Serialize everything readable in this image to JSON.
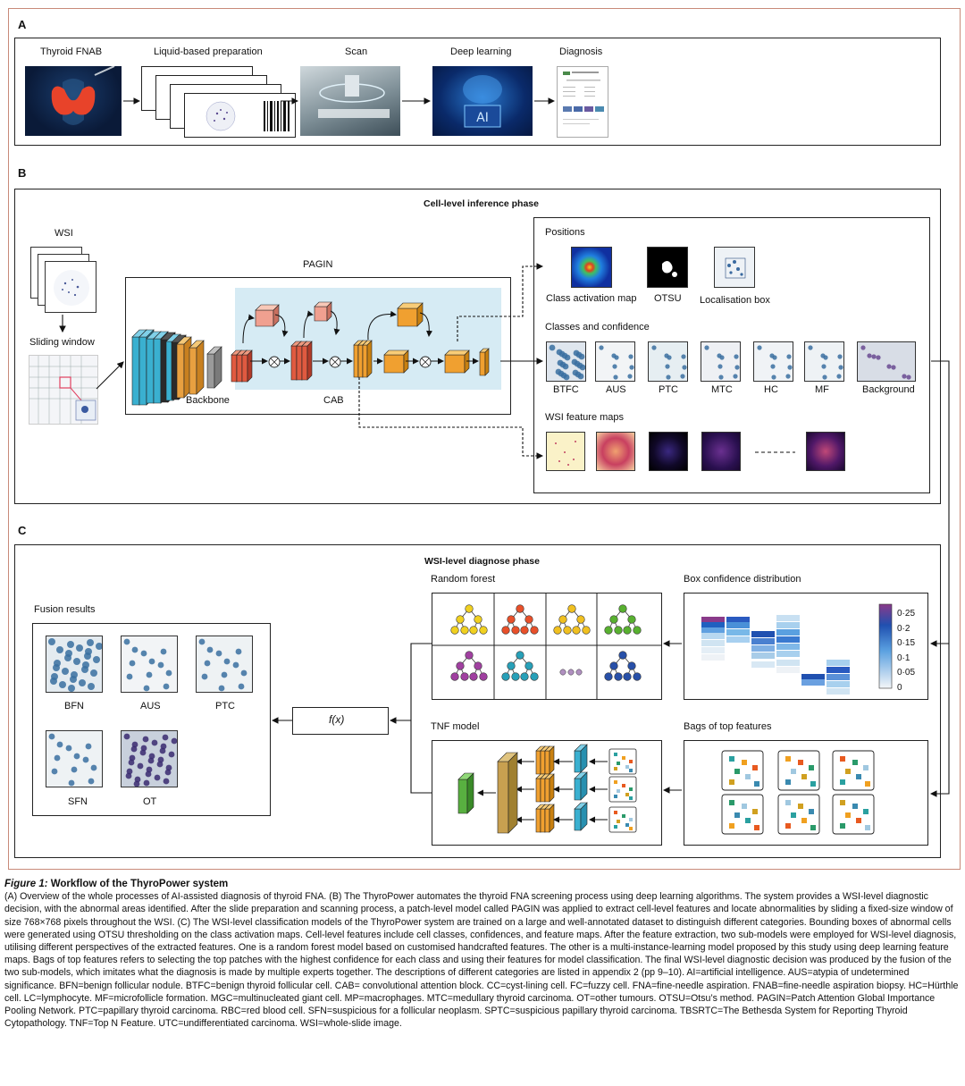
{
  "panels": {
    "a": "A",
    "b": "B",
    "c": "C"
  },
  "panel_a": {
    "steps": [
      "Thyroid FNAB",
      "Liquid-based preparation",
      "Scan",
      "Deep learning",
      "Diagnosis"
    ],
    "ai_text": "AI"
  },
  "panel_b": {
    "phase_title": "Cell-level inference phase",
    "wsi": "WSI",
    "sliding_window": "Sliding window",
    "pagin": "PAGIN",
    "backbone": "Backbone",
    "cab": "CAB",
    "positions": "Positions",
    "position_items": [
      "Class activation map",
      "OTSU",
      "Localisation box"
    ],
    "classes_title": "Classes and confidence",
    "classes": [
      "BTFC",
      "AUS",
      "PTC",
      "MTC",
      "HC",
      "MF",
      "Background"
    ],
    "feature_maps": "WSI feature maps"
  },
  "panel_c": {
    "phase_title": "WSI-level diagnose phase",
    "fusion_results": "Fusion results",
    "fusion_classes": [
      "BFN",
      "AUS",
      "PTC",
      "SFN",
      "OT"
    ],
    "fx": "f(x)",
    "random_forest": "Random forest",
    "tnf_model": "TNF model",
    "box_conf": "Box confidence distribution",
    "bags": "Bags of top features",
    "colorbar_ticks": [
      "0·25",
      "0·2",
      "0·15",
      "0·1",
      "0·05",
      "0"
    ]
  },
  "caption": {
    "label": "Figure 1:",
    "title": "Workflow of the ThyroPower system",
    "body": "(A) Overview of the whole processes of AI-assisted diagnosis of thyroid FNA. (B) The ThyroPower automates the thyroid FNA screening process using deep learning algorithms. The system provides a WSI-level diagnostic decision, with the abnormal areas identified. After the slide preparation and scanning process, a patch-level model called PAGIN was applied to extract cell-level features and locate abnormalities by sliding a fixed-size window of size 768×768 pixels throughout the WSI. (C) The WSI-level classification models of the ThyroPower system are trained on a large and well-annotated dataset to distinguish different categories. Bounding boxes of abnormal cells were generated using OTSU thresholding on the class activation maps. Cell-level features include cell classes, confidences, and feature maps. After the feature extraction, two sub-models were employed for WSI-level diagnosis, utilising different perspectives of the extracted features. One is a random forest model based on customised handcrafted features. The other is a multi-instance-learning model proposed by this study using deep learning feature maps. Bags of top features refers to selecting the top patches with the highest confidence for each class and using their features for model classification. The final WSI-level diagnostic decision was produced by the fusion of the two sub-models, which imitates what the diagnosis is made by multiple experts together. The descriptions of different categories are listed in appendix 2 (pp 9–10). AI=artificial intelligence. AUS=atypia of undetermined significance. BFN=benign follicular nodule. BTFC=benign thyroid follicular cell. CAB= convolutional attention block. CC=cyst-lining cell. FC=fuzzy cell. FNA=fine-needle aspiration. FNAB=fine-needle aspiration biopsy. HC=Hürthle cell. LC=lymphocyte. MF=microfollicle formation. MGC=multinucleated giant cell. MP=macrophages. MTC=medullary thyroid carcinoma. OT=other tumours. OTSU=Otsu’s method. PAGIN=Patch Attention Global Importance Pooling Network. PTC=papillary thyroid carcinoma. RBC=red blood cell. SFN=suspicious for a follicular neoplasm. SPTC=suspicious papillary thyroid carcinoma. TBSRTC=The Bethesda System for Reporting Thyroid Cytopathology. TNF=Top N Feature. UTC=undifferentiated carcinoma. WSI=whole-slide image."
  },
  "colors": {
    "frame": "#c88a7a",
    "cab_bg": "#d6ebf4",
    "stain_blue": "#3a6fa0",
    "stain_bg": "#e8f0f4",
    "rf_colors": [
      "#f0d020",
      "#e8502a",
      "#f0c020",
      "#58b030",
      "#a040a0",
      "#28a0b8",
      "#b090c0",
      "#2850a8"
    ]
  }
}
